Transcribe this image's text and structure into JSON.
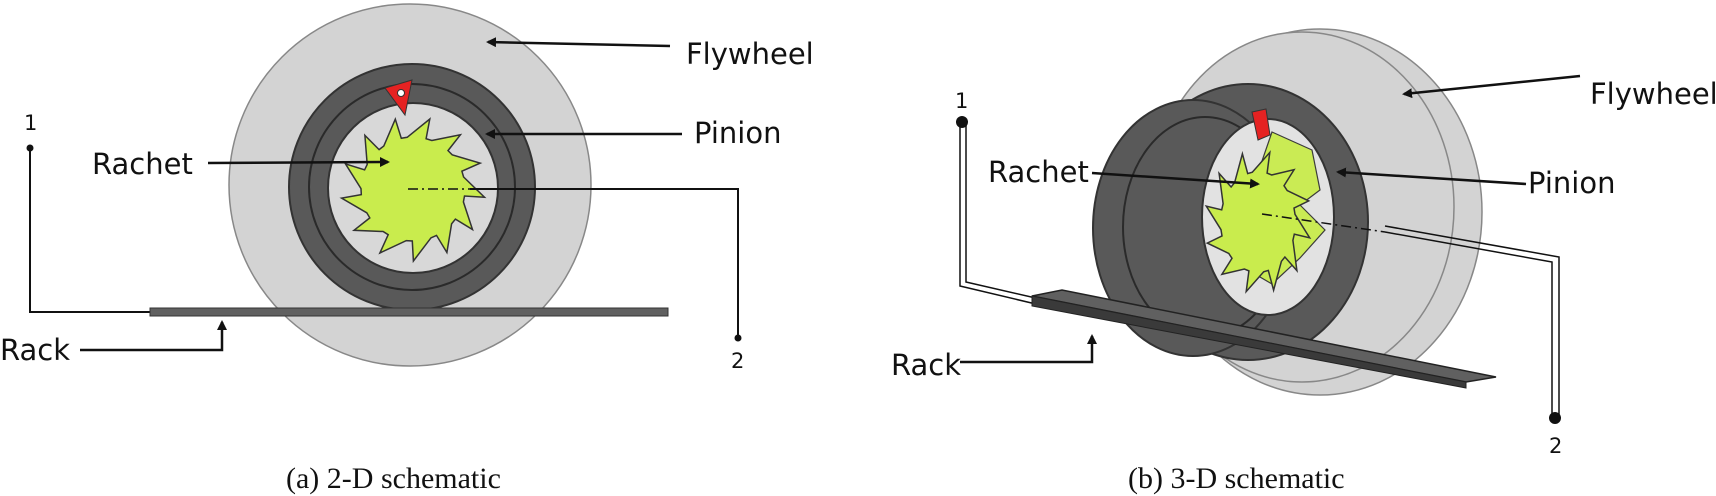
{
  "colors": {
    "flywheel": "#d3d3d3",
    "pinion": "#595959",
    "rachet": "#c9ec4d",
    "pawl": "#e52222",
    "rack": "#606060",
    "line": "#111111"
  },
  "panel_a": {
    "labels": {
      "flywheel": "Flywheel",
      "pinion": "Pinion",
      "rachet": "Rachet",
      "rack": "Rack",
      "terminal_1": "1",
      "terminal_2": "2"
    },
    "caption": "(a)  2-D schematic"
  },
  "panel_b": {
    "labels": {
      "flywheel": "Flywheel",
      "pinion": "Pinion",
      "rachet": "Rachet",
      "rack": "Rack",
      "terminal_1": "1",
      "terminal_2": "2"
    },
    "caption": "(b) 3-D schematic"
  }
}
